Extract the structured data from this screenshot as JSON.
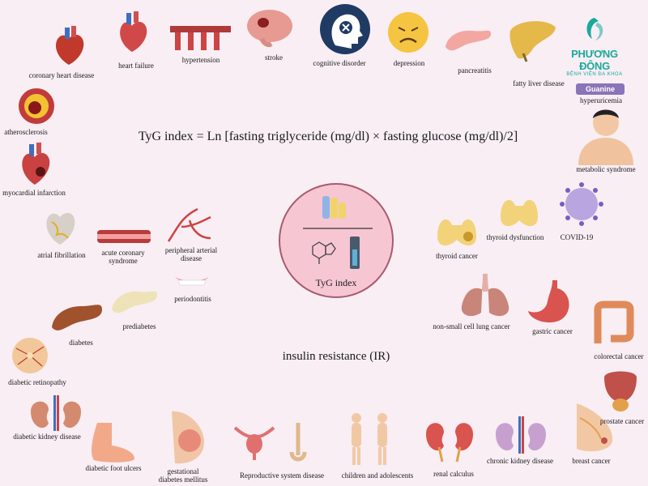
{
  "formula": "TyG index = Ln [fasting triglyceride (mg/dl) × fasting glucose (mg/dl)/2]",
  "center_label": "TyG index",
  "ir_label": "insulin resistance (IR)",
  "logo": {
    "title": "PHƯƠNG ĐÔNG",
    "subtitle": "BỆNH VIỆN ĐA KHOA",
    "badge": "Guanine"
  },
  "labels": {
    "coronary_heart_disease": "coronary heart disease",
    "heart_failure": "heart failure",
    "hypertension": "hypertension",
    "stroke": "stroke",
    "cognitive_disorder": "cognitive disorder",
    "depression": "depression",
    "pancreatitis": "pancreatitis",
    "fatty_liver_disease": "fatty liver disease",
    "hyperuricemia": "hyperuricemia",
    "atherosclerosis": "atherosclerosis",
    "metabolic_syndrome": "metabolic syndrome",
    "myocardial_infarction": "myocardial infarction",
    "atrial_fibrillation": "atrial fibrillation",
    "acute_coronary_syndrome": "acute coronary syndrome",
    "peripheral_arterial_disease": "peripheral arterial disease",
    "thyroid_cancer": "thyroid cancer",
    "thyroid_dysfunction": "thyroid dysfunction",
    "covid19": "COVID-19",
    "periodontitis": "periodontitis",
    "prediabetes": "prediabetes",
    "diabetes": "diabetes",
    "non_small_cell_lung_cancer": "non-small cell lung cancer",
    "gastric_cancer": "gastric cancer",
    "colorectal_cancer": "colorectal cancer",
    "diabetic_retinopathy": "diabetic retinopathy",
    "diabetic_kidney_disease": "diabetic kidney disease",
    "prostate_cancer": "prostate cancer",
    "diabetic_foot_ulcers": "diabetic foot ulcers",
    "gestational_diabetes_mellitus": "gestational diabetes mellitus",
    "reproductive_system_disease": "Reproductive system disease",
    "children_and_adolescents": "children and adolescents",
    "renal_calculus": "renal calculus",
    "chronic_kidney_disease": "chronic kidney disease",
    "breast_cancer": "breast cancer"
  },
  "colors": {
    "background": "#f8eef4",
    "center_fill": "#f7c6d3",
    "center_stroke": "#a85b6e",
    "brand": "#1aa99b"
  }
}
